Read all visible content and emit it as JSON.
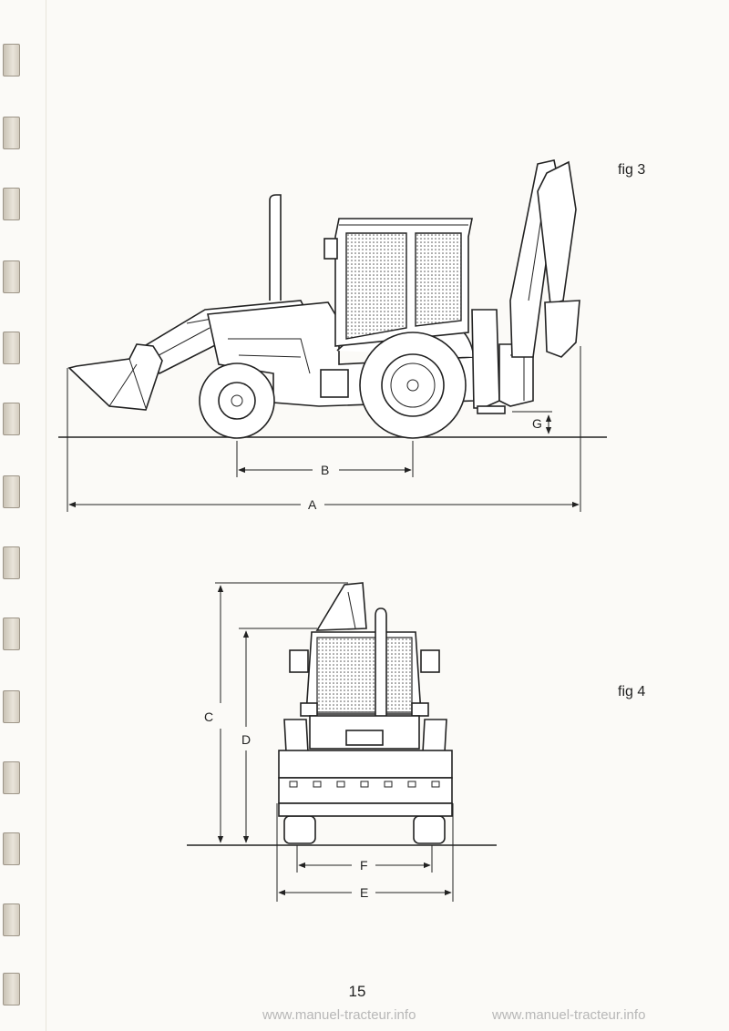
{
  "figures": {
    "fig3": {
      "label": "fig 3",
      "dimensions": {
        "A": "A",
        "B": "B",
        "G": "G"
      }
    },
    "fig4": {
      "label": "fig 4",
      "dimensions": {
        "C": "C",
        "D": "D",
        "E": "E",
        "F": "F"
      }
    }
  },
  "page_number": "15",
  "watermarks": [
    "www.manuel-tracteur.info",
    "www.manuel-tracteur.info"
  ]
}
